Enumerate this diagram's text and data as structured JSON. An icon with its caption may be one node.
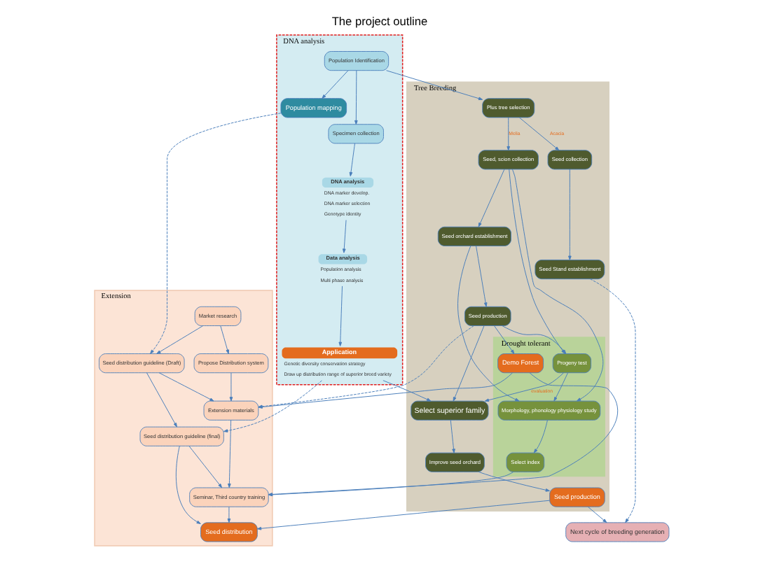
{
  "diagram": {
    "title": "The project outline",
    "nodes": [
      {
        "text": [
          "DNA analysis"
        ]
      },
      {
        "text": [
          "Tree Breeding"
        ]
      },
      {
        "text": [
          "Drought tolerant"
        ],
        "in": 1
      },
      {
        "text": [
          "Extension"
        ]
      },
      {
        "text": [
          "Population Identification"
        ],
        "in": 0
      },
      {
        "text": [
          "Population mapping"
        ],
        "in": 0
      },
      {
        "text": [
          "Specimen collection"
        ],
        "in": 0
      },
      {
        "text": [
          "DNA analysis"
        ],
        "in": 0,
        "beside": [
          "DNA marker develop.",
          "DNA marker selection",
          "Genotype identity"
        ]
      },
      {
        "text": [
          "Data analysis"
        ],
        "in": 0,
        "beside": [
          "Population analysis",
          "Multi phase analysis"
        ]
      },
      {
        "text": [
          "Application"
        ],
        "in": 0,
        "beside": [
          "Genetic diversity conservation strategy",
          "Draw up distribution range of superior breed variety"
        ]
      },
      {
        "text": [
          "Plus tree selection"
        ],
        "in": 1
      },
      {
        "text": [
          "Seed collection"
        ],
        "in": 1
      },
      {
        "text": [
          "Seed Stand establishment"
        ],
        "in": 1
      },
      {
        "text": [
          "Seed, scion collection"
        ],
        "in": 1
      },
      {
        "text": [
          "Seed orchard establishment"
        ],
        "in": 1
      },
      {
        "text": [
          "Seed production"
        ],
        "in": 1
      },
      {
        "text": [
          "Select superior family"
        ],
        "in": 1
      },
      {
        "text": [
          "Improve seed orchard"
        ],
        "in": 1
      },
      {
        "text": [
          "Seed production"
        ],
        "in": 1
      },
      {
        "text": [
          "Morphology, phonology physiology study"
        ],
        "in": 2
      },
      {
        "text": [
          "Progeny test"
        ],
        "in": 2
      },
      {
        "text": [
          "Demo Forest"
        ],
        "in": 2
      },
      {
        "text": [
          "Select index"
        ],
        "in": 2
      },
      {
        "text": [
          "Market research"
        ],
        "in": 3
      },
      {
        "text": [
          "Propose Distribution system"
        ],
        "in": 3
      },
      {
        "text": [
          "Seed distribution guideline (Draft)"
        ],
        "in": 3
      },
      {
        "text": [
          "Extension materials"
        ],
        "in": 3
      },
      {
        "text": [
          "Seed distribution guideline (final)"
        ],
        "in": 3
      },
      {
        "text": [
          "Seminar, Third country training"
        ],
        "in": 3
      },
      {
        "text": [
          "Seed distribution"
        ],
        "in": 3
      },
      {
        "text": [
          "Next cycle of breeding generation"
        ]
      }
    ],
    "edges": [
      {
        "from": 4,
        "to": 10,
        "arrow": "to"
      },
      {
        "from": 4,
        "to": 5,
        "arrow": "to"
      },
      {
        "from": 4,
        "to": 6,
        "arrow": "to"
      },
      {
        "from": 6,
        "to": 7,
        "arrow": "to"
      },
      {
        "from": 7,
        "to": 8,
        "arrow": "to"
      },
      {
        "from": 8,
        "to": 9,
        "arrow": "to"
      },
      {
        "from": 9,
        "to": 16,
        "arrow": "to"
      },
      {
        "from": 10,
        "to": 11,
        "arrow": "to",
        "label": "Acacia"
      },
      {
        "from": 10,
        "to": 13,
        "arrow": "to",
        "label": "Melia"
      },
      {
        "from": 11,
        "to": 12,
        "arrow": "to"
      },
      {
        "from": 13,
        "to": 14,
        "arrow": "to"
      },
      {
        "from": 14,
        "to": 15,
        "arrow": "to"
      },
      {
        "from": 13,
        "to": 19,
        "arrow": "to"
      },
      {
        "from": 14,
        "to": 19,
        "arrow": "to"
      },
      {
        "from": 13,
        "to": 20,
        "arrow": "to"
      },
      {
        "from": 15,
        "to": 20,
        "arrow": "to"
      },
      {
        "from": 15,
        "to": 21,
        "arrow": "to"
      },
      {
        "from": 20,
        "to": 19,
        "arrow": "to"
      },
      {
        "from": 20,
        "to": 16,
        "arrow": "to",
        "label": "evaluation"
      },
      {
        "from": 19,
        "to": 22,
        "arrow": "to"
      },
      {
        "from": 15,
        "to": 16,
        "arrow": "to"
      },
      {
        "from": 16,
        "to": 17,
        "arrow": "to"
      },
      {
        "from": 17,
        "to": 18,
        "arrow": "to"
      },
      {
        "from": 18,
        "to": 30,
        "arrow": "to"
      },
      {
        "from": 18,
        "to": 29,
        "arrow": "to"
      },
      {
        "from": 12,
        "to": 30,
        "arrow": "to",
        "style": "dashed"
      },
      {
        "from": 5,
        "to": 25,
        "arrow": "to",
        "style": "dashed"
      },
      {
        "from": 15,
        "to": 26,
        "arrow": "to",
        "style": "dashed"
      },
      {
        "from": 9,
        "to": 27,
        "arrow": "to",
        "style": "dashed"
      },
      {
        "from": 22,
        "to": 28,
        "arrow": "to"
      },
      {
        "from": 21,
        "to": 26,
        "arrow": "to"
      },
      {
        "from": 21,
        "to": 28,
        "arrow": "to"
      },
      {
        "from": 23,
        "to": 24,
        "arrow": "to"
      },
      {
        "from": 23,
        "to": 25,
        "arrow": "to"
      },
      {
        "from": 24,
        "to": 26,
        "arrow": "to"
      },
      {
        "from": 25,
        "to": 26,
        "arrow": "to"
      },
      {
        "from": 25,
        "to": 27,
        "arrow": "to"
      },
      {
        "from": 26,
        "to": 28,
        "arrow": "to"
      },
      {
        "from": 27,
        "to": 28,
        "arrow": "to"
      },
      {
        "from": 27,
        "to": 29,
        "arrow": "to"
      },
      {
        "from": 28,
        "to": 29,
        "arrow": "to"
      }
    ]
  }
}
